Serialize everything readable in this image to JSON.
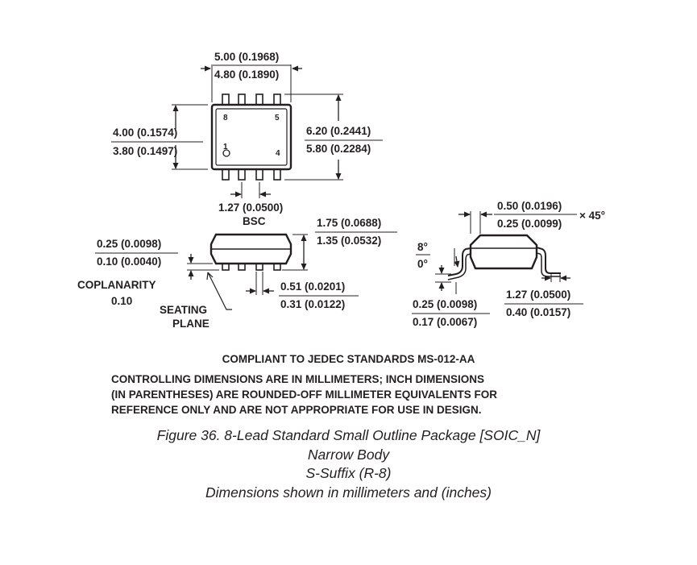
{
  "dimensions": {
    "top_width_max": "5.00 (0.1968)",
    "top_width_min": "4.80 (0.1890)",
    "body_width_max": "4.00 (0.1574)",
    "body_width_min": "3.80 (0.1497)",
    "overall_width_max": "6.20 (0.2441)",
    "overall_width_min": "5.80 (0.2284)",
    "pitch": "1.27 (0.0500)",
    "pitch_note": "BSC",
    "height_max": "1.75 (0.0688)",
    "height_min": "1.35 (0.0532)",
    "standoff_max": "0.25 (0.0098)",
    "standoff_min": "0.10 (0.0040)",
    "lead_width_max": "0.51 (0.0201)",
    "lead_width_min": "0.31 (0.0122)",
    "chamfer_max": "0.50 (0.0196)",
    "chamfer_min": "0.25 (0.0099)",
    "chamfer_angle": "× 45°",
    "angle_max": "8°",
    "angle_min": "0°",
    "lead_thickness_max": "0.25 (0.0098)",
    "lead_thickness_min": "0.17 (0.0067)",
    "foot_length_max": "1.27 (0.0500)",
    "foot_length_min": "0.40 (0.0157)"
  },
  "pins": {
    "p1": "1",
    "p4": "4",
    "p5": "5",
    "p8": "8"
  },
  "labels": {
    "coplanarity": "COPLANARITY",
    "coplanarity_value": "0.10",
    "seating": "SEATING",
    "plane": "PLANE"
  },
  "notes": {
    "jedec": "COMPLIANT TO JEDEC STANDARDS MS-012-AA",
    "line1": "CONTROLLING DIMENSIONS ARE IN MILLIMETERS; INCH DIMENSIONS",
    "line2": "(IN PARENTHESES) ARE ROUNDED-OFF MILLIMETER EQUIVALENTS FOR",
    "line3": "REFERENCE ONLY AND ARE NOT APPROPRIATE FOR USE IN DESIGN."
  },
  "caption": {
    "title": "Figure 36. 8-Lead Standard Small Outline Package [SOIC_N]",
    "line2": "Narrow Body",
    "line3": "S-Suffix (R-8)",
    "line4": "Dimensions shown in millimeters and (inches)"
  }
}
